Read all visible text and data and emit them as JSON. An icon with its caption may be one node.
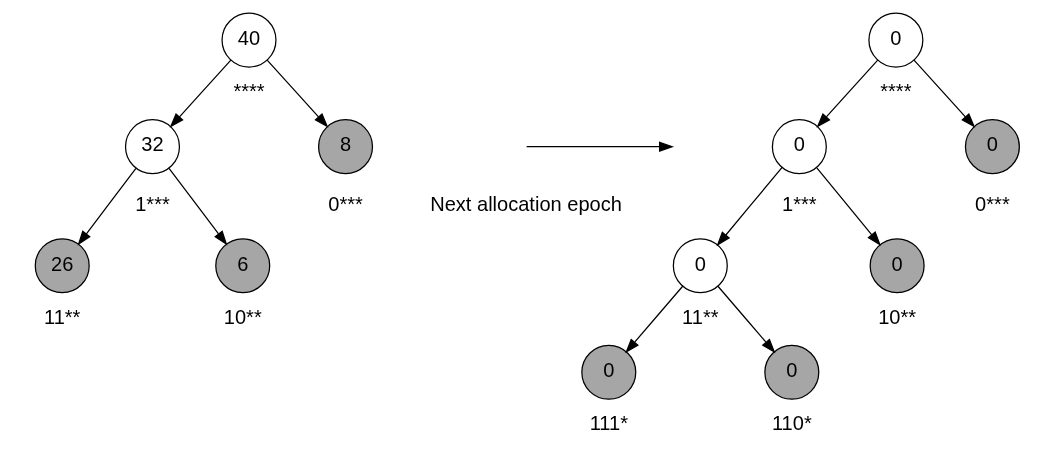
{
  "diagram": {
    "nodes": [
      {
        "text": [
          "40"
        ],
        "beside": [
          "****"
        ]
      },
      {
        "text": [
          "32"
        ],
        "beside": [
          "1***"
        ]
      },
      {
        "text": [
          "8"
        ],
        "beside": [
          "0***"
        ]
      },
      {
        "text": [
          "26"
        ],
        "beside": [
          "11**"
        ]
      },
      {
        "text": [
          "6"
        ],
        "beside": [
          "10**"
        ]
      },
      {
        "text": [
          "0"
        ],
        "beside": [
          "****"
        ]
      },
      {
        "text": [
          "0"
        ],
        "beside": [
          "1***"
        ]
      },
      {
        "text": [
          "0"
        ],
        "beside": [
          "0***"
        ]
      },
      {
        "text": [
          "0"
        ],
        "beside": [
          "11**"
        ]
      },
      {
        "text": [
          "0"
        ],
        "beside": [
          "10**"
        ]
      },
      {
        "text": [
          "0"
        ],
        "beside": [
          "111*"
        ]
      },
      {
        "text": [
          "0"
        ],
        "beside": [
          "110*"
        ]
      }
    ],
    "edges": [
      {
        "from": 0,
        "to": 1,
        "arrow": "to"
      },
      {
        "from": 0,
        "to": 2,
        "arrow": "to"
      },
      {
        "from": 1,
        "to": 3,
        "arrow": "to"
      },
      {
        "from": 1,
        "to": 4,
        "arrow": "to"
      },
      {
        "from": 5,
        "to": 6,
        "arrow": "to"
      },
      {
        "from": 5,
        "to": 7,
        "arrow": "to"
      },
      {
        "from": 6,
        "to": 8,
        "arrow": "to"
      },
      {
        "from": 6,
        "to": 9,
        "arrow": "to"
      },
      {
        "from": 8,
        "to": 10,
        "arrow": "to"
      },
      {
        "from": 8,
        "to": 11,
        "arrow": "to"
      }
    ],
    "labels": [
      "Next allocation epoch"
    ]
  }
}
